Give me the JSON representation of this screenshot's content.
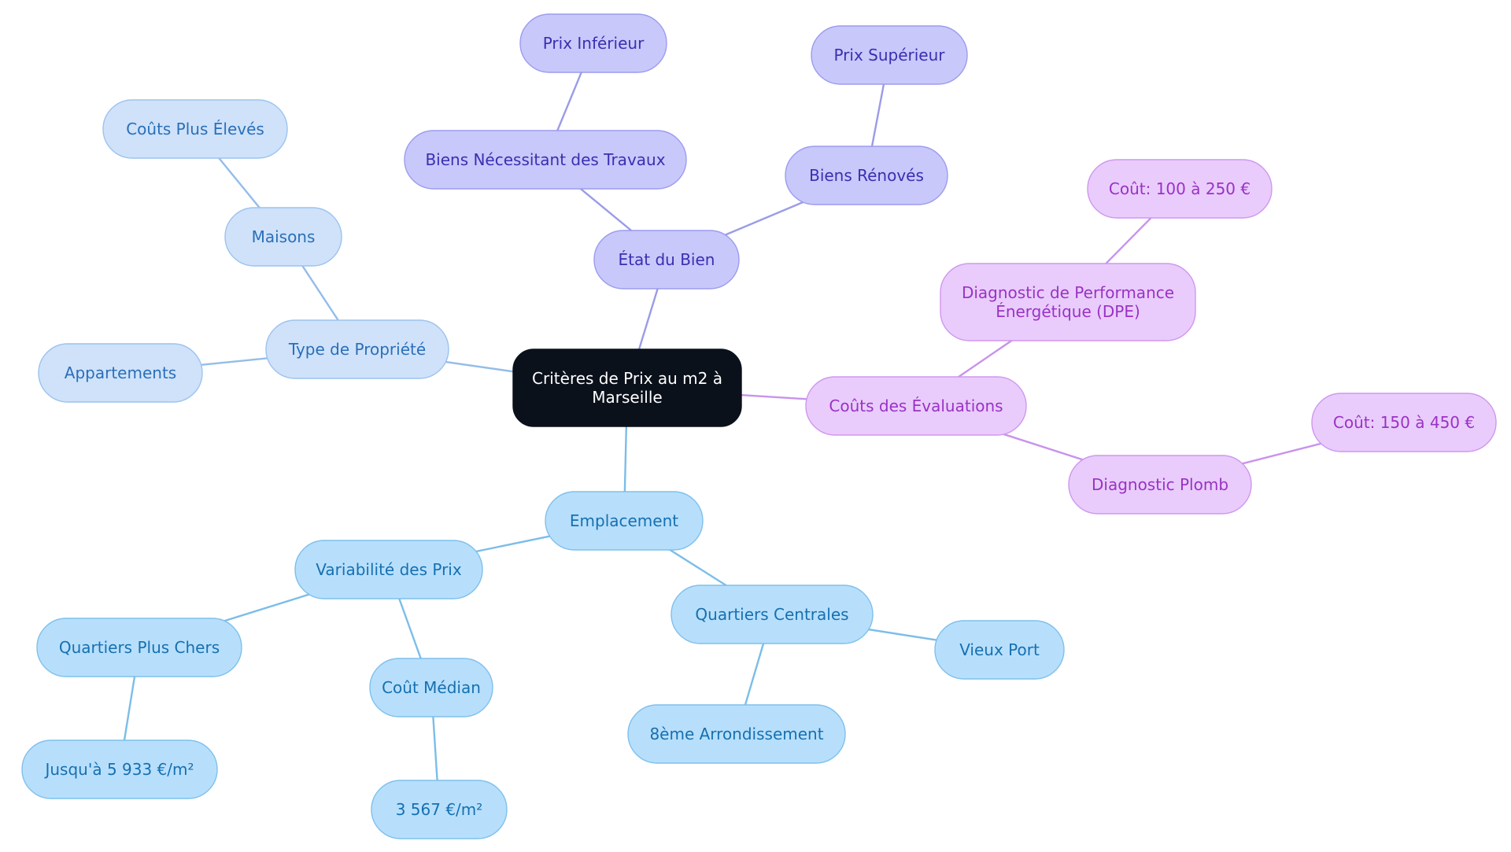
{
  "diagram": {
    "type": "mindmap",
    "branch_colors": {
      "root": {
        "fill": "#0b111b",
        "stroke": "#0b111b",
        "text": "#ffffff",
        "edge": "#0b111b"
      },
      "propriete": {
        "fill": "#cfe2fa",
        "stroke": "#9cc3ee",
        "text": "#2a6fb8",
        "edge": "#93bde9"
      },
      "etat": {
        "fill": "#c8c8fb",
        "stroke": "#9c9cef",
        "text": "#3a2fb0",
        "edge": "#9b9be8"
      },
      "couts": {
        "fill": "#e9ccfc",
        "stroke": "#cf97ef",
        "text": "#9a32c4",
        "edge": "#c993ec"
      },
      "emplacement": {
        "fill": "#b7dffc",
        "stroke": "#7fc0ec",
        "text": "#1670b0",
        "edge": "#7cbde9"
      }
    },
    "nodes": [
      {
        "id": "root",
        "branch": "root",
        "lines": [
          "Critères de Prix au m2 à",
          "Marseille"
        ]
      },
      {
        "id": "type",
        "branch": "propriete",
        "lines": [
          "Type de Propriété"
        ]
      },
      {
        "id": "maisons",
        "branch": "propriete",
        "lines": [
          "Maisons"
        ]
      },
      {
        "id": "couts_eleves",
        "branch": "propriete",
        "lines": [
          "Coûts Plus Élevés"
        ]
      },
      {
        "id": "appartements",
        "branch": "propriete",
        "lines": [
          "Appartements"
        ]
      },
      {
        "id": "etat",
        "branch": "etat",
        "lines": [
          "État du Bien"
        ]
      },
      {
        "id": "travaux",
        "branch": "etat",
        "lines": [
          "Biens Nécessitant des Travaux"
        ]
      },
      {
        "id": "prix_inf",
        "branch": "etat",
        "lines": [
          "Prix Inférieur"
        ]
      },
      {
        "id": "renoves",
        "branch": "etat",
        "lines": [
          "Biens Rénovés"
        ]
      },
      {
        "id": "prix_sup",
        "branch": "etat",
        "lines": [
          "Prix Supérieur"
        ]
      },
      {
        "id": "couts",
        "branch": "couts",
        "lines": [
          "Coûts des Évaluations"
        ]
      },
      {
        "id": "dpe",
        "branch": "couts",
        "lines": [
          "Diagnostic de Performance",
          "Énergétique (DPE)"
        ]
      },
      {
        "id": "cout_dpe",
        "branch": "couts",
        "lines": [
          "Coût: 100 à 250 €"
        ]
      },
      {
        "id": "plomb",
        "branch": "couts",
        "lines": [
          "Diagnostic Plomb"
        ]
      },
      {
        "id": "cout_plomb",
        "branch": "couts",
        "lines": [
          "Coût: 150 à 450 €"
        ]
      },
      {
        "id": "emplacement",
        "branch": "emplacement",
        "lines": [
          "Emplacement"
        ]
      },
      {
        "id": "variabilite",
        "branch": "emplacement",
        "lines": [
          "Variabilité des Prix"
        ]
      },
      {
        "id": "chers",
        "branch": "emplacement",
        "lines": [
          "Quartiers Plus Chers"
        ]
      },
      {
        "id": "jusqua",
        "branch": "emplacement",
        "lines": [
          "Jusqu'à 5 933 €/m²"
        ]
      },
      {
        "id": "median",
        "branch": "emplacement",
        "lines": [
          "Coût Médian"
        ]
      },
      {
        "id": "median_val",
        "branch": "emplacement",
        "lines": [
          "3 567 €/m²"
        ]
      },
      {
        "id": "centrales",
        "branch": "emplacement",
        "lines": [
          "Quartiers Centrales"
        ]
      },
      {
        "id": "vieux_port",
        "branch": "emplacement",
        "lines": [
          "Vieux Port"
        ]
      },
      {
        "id": "arr8",
        "branch": "emplacement",
        "lines": [
          "8ème Arrondissement"
        ]
      }
    ],
    "edges": [
      {
        "from": "root",
        "to": "type"
      },
      {
        "from": "type",
        "to": "maisons"
      },
      {
        "from": "maisons",
        "to": "couts_eleves"
      },
      {
        "from": "type",
        "to": "appartements"
      },
      {
        "from": "root",
        "to": "etat"
      },
      {
        "from": "etat",
        "to": "travaux"
      },
      {
        "from": "travaux",
        "to": "prix_inf"
      },
      {
        "from": "etat",
        "to": "renoves"
      },
      {
        "from": "renoves",
        "to": "prix_sup"
      },
      {
        "from": "root",
        "to": "couts"
      },
      {
        "from": "couts",
        "to": "dpe"
      },
      {
        "from": "dpe",
        "to": "cout_dpe"
      },
      {
        "from": "couts",
        "to": "plomb"
      },
      {
        "from": "plomb",
        "to": "cout_plomb"
      },
      {
        "from": "root",
        "to": "emplacement"
      },
      {
        "from": "emplacement",
        "to": "variabilite"
      },
      {
        "from": "variabilite",
        "to": "chers"
      },
      {
        "from": "chers",
        "to": "jusqua"
      },
      {
        "from": "variabilite",
        "to": "median"
      },
      {
        "from": "median",
        "to": "median_val"
      },
      {
        "from": "emplacement",
        "to": "centrales"
      },
      {
        "from": "centrales",
        "to": "vieux_port"
      },
      {
        "from": "centrales",
        "to": "arr8"
      }
    ]
  }
}
